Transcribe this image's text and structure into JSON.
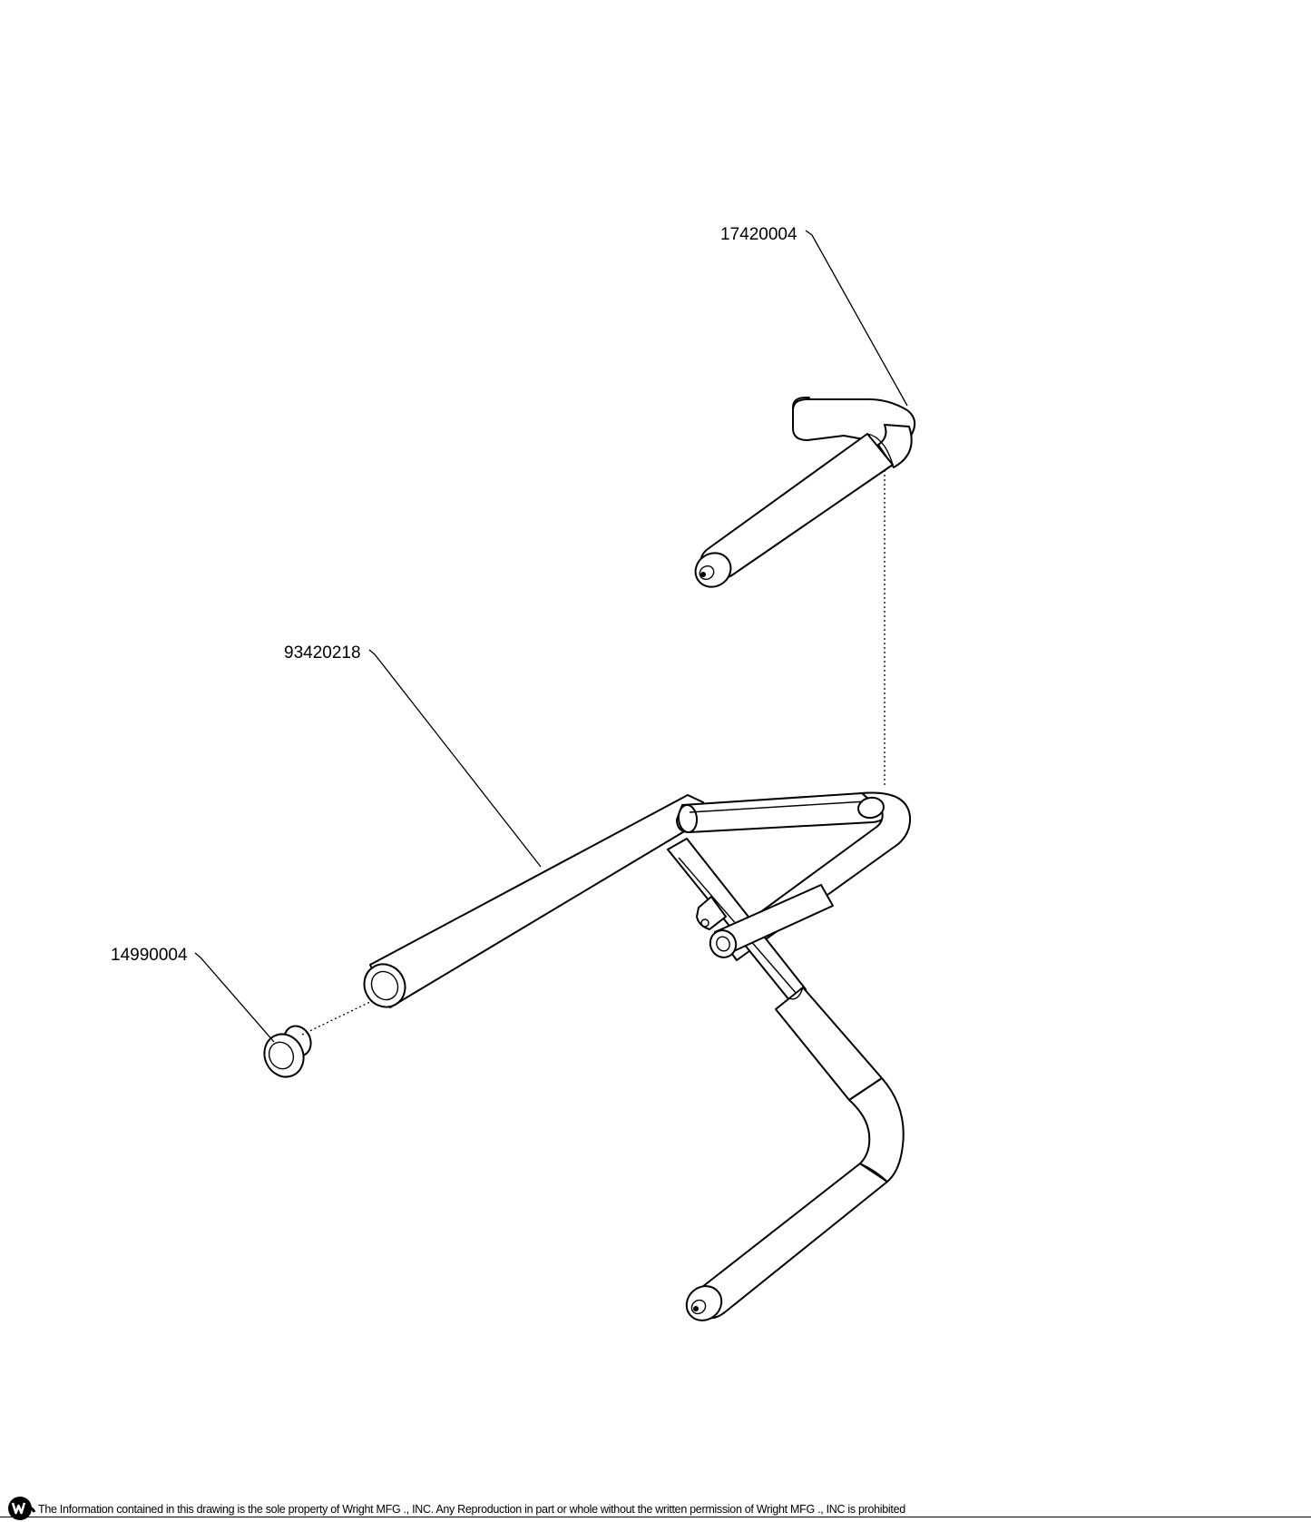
{
  "parts": [
    {
      "part_number": "17420004"
    },
    {
      "part_number": "93420218"
    },
    {
      "part_number": "14990004"
    }
  ],
  "footer": {
    "notice": "The Information contained in this drawing is the sole property of Wright MFG ., INC. Any Reproduction in part or whole without the written permission of Wright MFG ., INC is prohibited"
  }
}
